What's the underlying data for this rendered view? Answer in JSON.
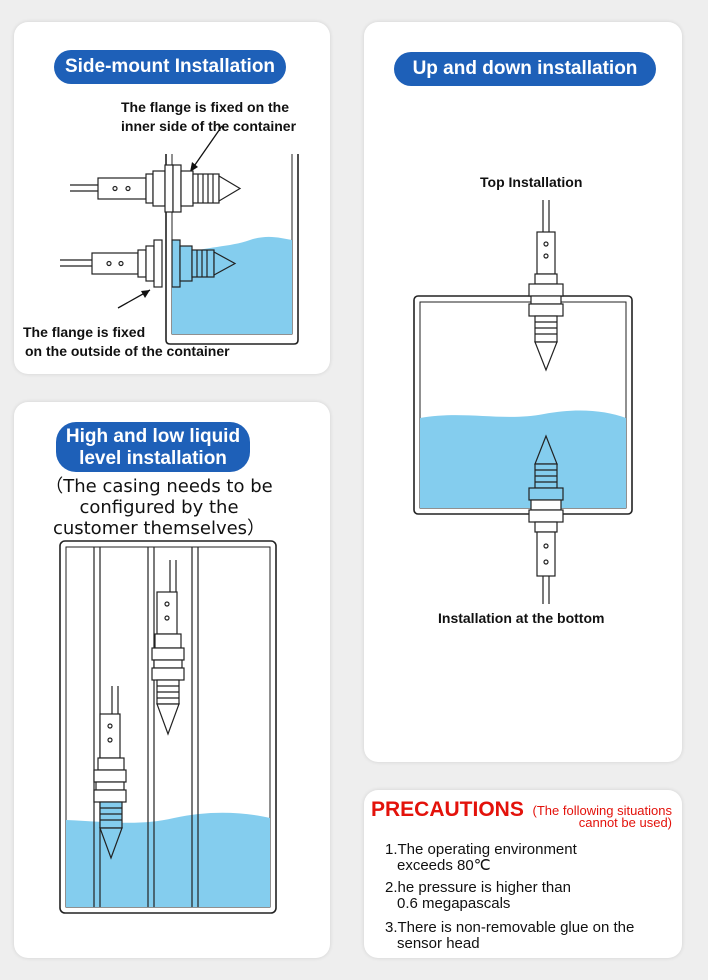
{
  "side_mount": {
    "title": "Side-mount Installation",
    "note_top_line1": "The flange is fixed on the",
    "note_top_line2": "inner side of the container",
    "note_bottom_line1": "The flange is fixed",
    "note_bottom_line2": "on the outside of the container"
  },
  "up_down": {
    "title": "Up and down installation",
    "top_label": "Top Installation",
    "bottom_label": "Installation at the bottom"
  },
  "high_low": {
    "title_line1": "High and low liquid",
    "title_line2": "level installation",
    "note_line1": "（The casing needs to be",
    "note_line2": "configured by the",
    "note_line3": "customer themselves）"
  },
  "precautions": {
    "title": "PRECAUTIONS",
    "note_line1": "(The following situations",
    "note_line2": "cannot be used)",
    "item1_line1": "1.The operating environment",
    "item1_line2": "exceeds 80℃",
    "item2_line1": "2.he pressure is higher than",
    "item2_line2": "0.6 megapascals",
    "item3_line1": "3.There is non-removable glue on the",
    "item3_line2": "sensor head"
  },
  "colors": {
    "pill_blue": "#1e60b8",
    "water_blue": "#84cdee",
    "warning_red": "#e3120b"
  }
}
